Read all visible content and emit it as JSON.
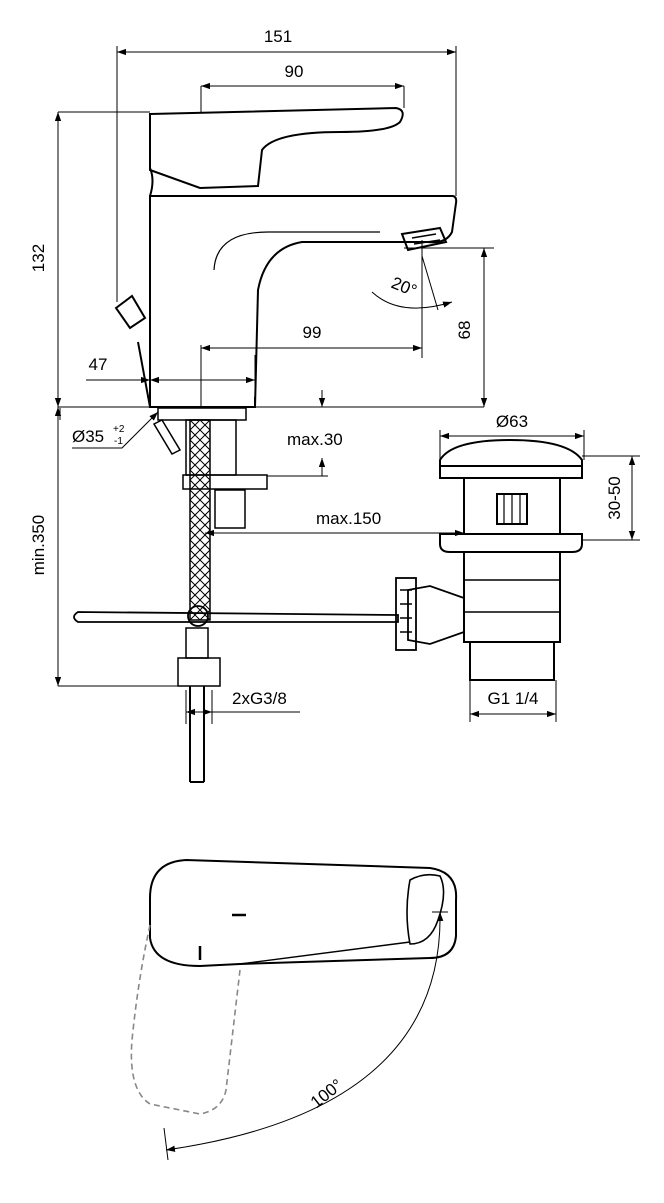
{
  "dimensions": {
    "total_length": "151",
    "handle_length": "90",
    "height": "132",
    "spout_reach": "99",
    "base_width": "47",
    "spout_clearance": "68",
    "outlet_angle": "20°",
    "hole_diameter": "Ø35",
    "hole_tol_plus": "+2",
    "hole_tol_minus": "-1",
    "deck_thickness": "max.30",
    "pullrod_reach": "max.150",
    "hose_length": "min.350",
    "hose_thread": "2xG3/8",
    "waste_diameter": "Ø63",
    "waste_depth": "30-50",
    "waste_thread": "G1 1/4",
    "lever_rotation": "100°"
  },
  "colors": {
    "line": "#000000",
    "hidden": "#888888",
    "background": "#ffffff"
  }
}
